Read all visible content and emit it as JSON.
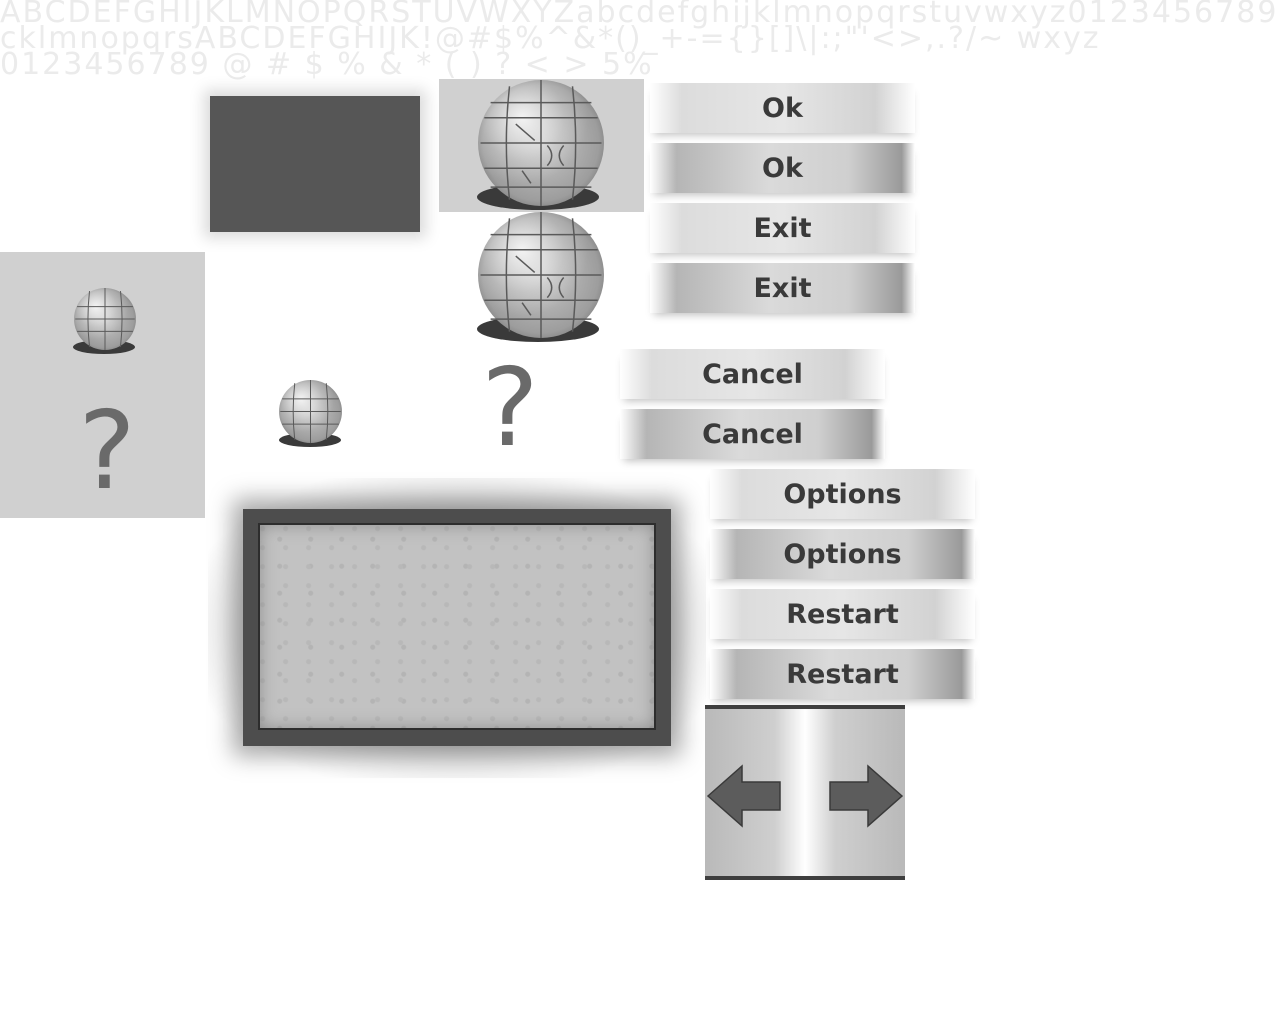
{
  "glyph_strip": {
    "line1": "ABCDEFGHIJKLMNOPQRSTUVWXYZabcdefghijklmnopqrstuvwxyz0123456789",
    "line2": "cklmnopqrsABCDEFGHIJK!@#$%^&*()_+-={}[]\\|:;\"'<>,.?/~ wxyz",
    "line3": "0123456789 @ # $ % & * ( ) ? < > 5%"
  },
  "menu": {
    "ok": "Ok",
    "exit": "Exit",
    "cancel": "Cancel",
    "options": "Options",
    "restart": "Restart"
  },
  "icons": {
    "help": "?",
    "left": "left-arrow-icon",
    "right": "right-arrow-icon",
    "sphere": "stone-sphere-icon"
  }
}
